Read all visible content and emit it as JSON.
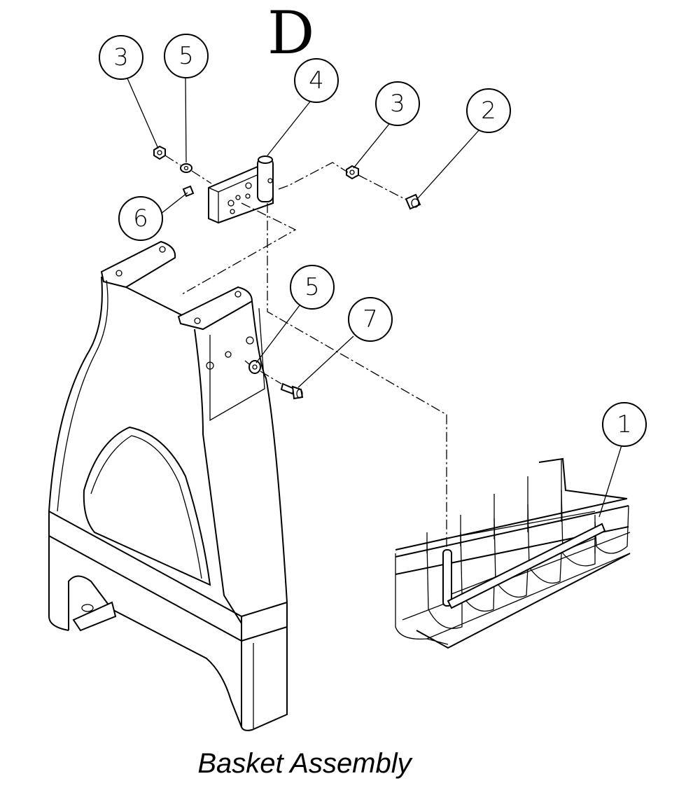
{
  "section_letter": "D",
  "caption": "Basket Assembly",
  "callouts": [
    "1",
    "2",
    "3",
    "4",
    "5",
    "6",
    "7"
  ],
  "colors": {
    "line": "#000000",
    "background": "#ffffff"
  }
}
